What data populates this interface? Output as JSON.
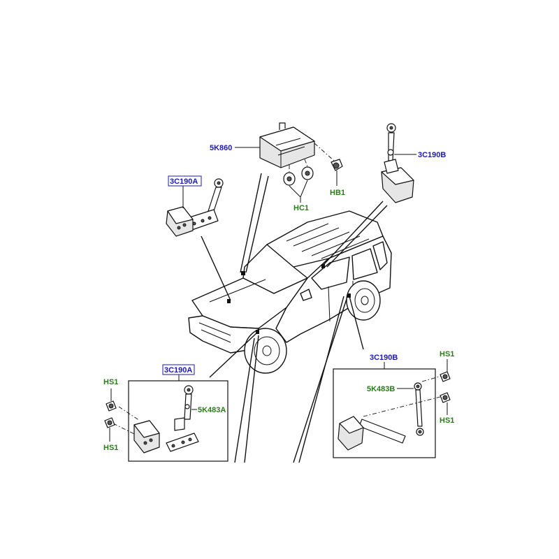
{
  "callouts": {
    "module": "5K860",
    "hc": "HC1",
    "hb": "HB1",
    "sensor_rear_top": "3C190B",
    "sensor_front_top": "3C190A",
    "sensor_front_box": "3C190A",
    "sensor_rear_box": "3C190B",
    "link_front": "5K483A",
    "link_rear": "5K483B",
    "screw_front_top": "HS1",
    "screw_front_bottom": "HS1",
    "screw_rear_top": "HS1",
    "screw_rear_bottom": "HS1"
  },
  "colors": {
    "part_number": "#1a1ab0",
    "fastener_code": "#2a7a1a",
    "linework": "#111111"
  },
  "icons": {
    "module": "control-module-icon",
    "sensor": "height-sensor-icon",
    "screw": "screw-icon",
    "vehicle": "vehicle-outline-icon"
  }
}
